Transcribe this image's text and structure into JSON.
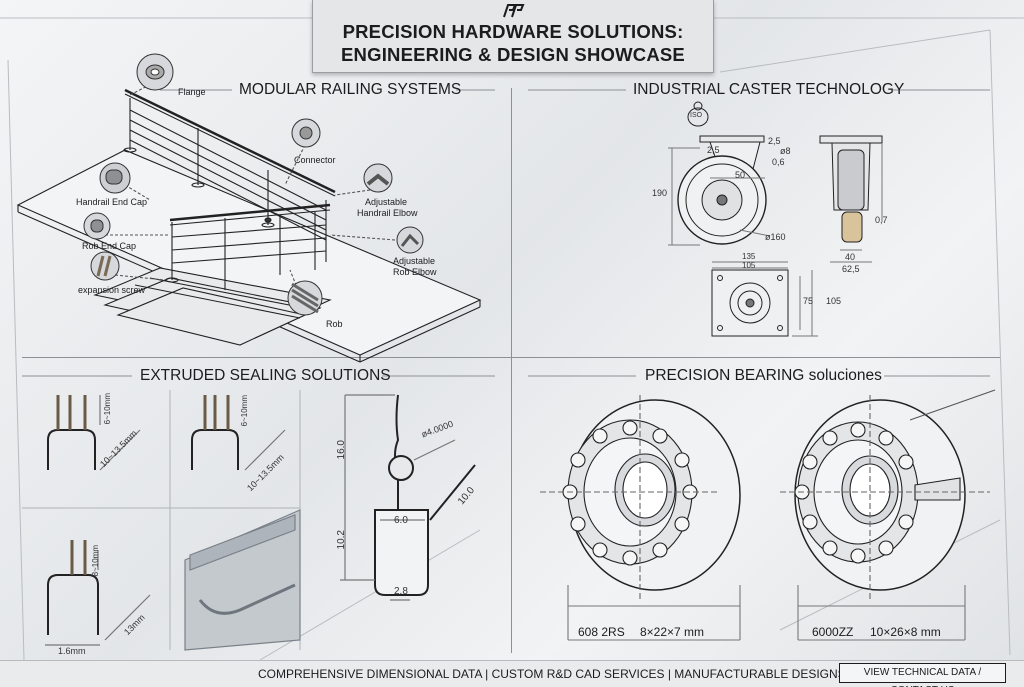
{
  "banner": {
    "logo_icon": "hardware-logo-icon",
    "title_line1": "PRECISION HARDWARE SOLUTIONS:",
    "title_line2": "ENGINEERING & DESIGN SHOWCASE"
  },
  "railing": {
    "title": "MODULAR RAILING SYSTEMS",
    "labels": {
      "flange": "Flange",
      "connector": "Connector",
      "handrail_end_cap": "Handrail End Cap",
      "adjustable_handrail_elbow_1": "Adjustable",
      "adjustable_handrail_elbow_2": "Handrail Elbow",
      "rob_end_cap": "Rob End Cap",
      "adjustable_rob_elbow_1": "Adjustable",
      "adjustable_rob_elbow_2": "Rob Elbow",
      "expansion_screw": "expansion screw",
      "rob": "Rob"
    }
  },
  "caster": {
    "title": "INDUSTRIAL CASTER TECHNOLOGY",
    "dims": {
      "d1": "2,5",
      "d2": "2,5",
      "d3": "ø8",
      "d4": "0,6",
      "d5": "50",
      "height": "190",
      "wheel": "ø160",
      "d6": "0,7",
      "d7": "40",
      "d8": "62,5",
      "plate_w": "135",
      "plate_w2": "105",
      "plate_h": "75",
      "plate_h2": "105",
      "badge": "ISO"
    }
  },
  "sealing": {
    "title": "EXTRUDED SEALING SOLUTIONS",
    "dims": {
      "a1": "6~10mm",
      "a2": "10~13.5mm",
      "b1": "6~10mm",
      "b2": "10~13.5mm",
      "c1": "8~10mm",
      "c2": "13mm",
      "c3": "1.6mm",
      "p1": "16.0",
      "p2": "ø4.0000",
      "p3": "10.0",
      "p4": "6.0",
      "p5": "10.2",
      "p6": "2.8"
    }
  },
  "bearing": {
    "title": "PRECISION BEARING soluciones",
    "items": [
      {
        "model": "608 2RS",
        "size": "8×22×7 mm"
      },
      {
        "model": "6000ZZ",
        "size": "10×26×8 mm"
      }
    ]
  },
  "footer": {
    "text": "COMPREHENSIVE DIMENSIONAL DATA | CUSTOM R&D CAD SERVICES | MANUFACTURABLE DESIGNS",
    "cta": "VIEW TECHNICAL DATA / CONTACT US"
  }
}
